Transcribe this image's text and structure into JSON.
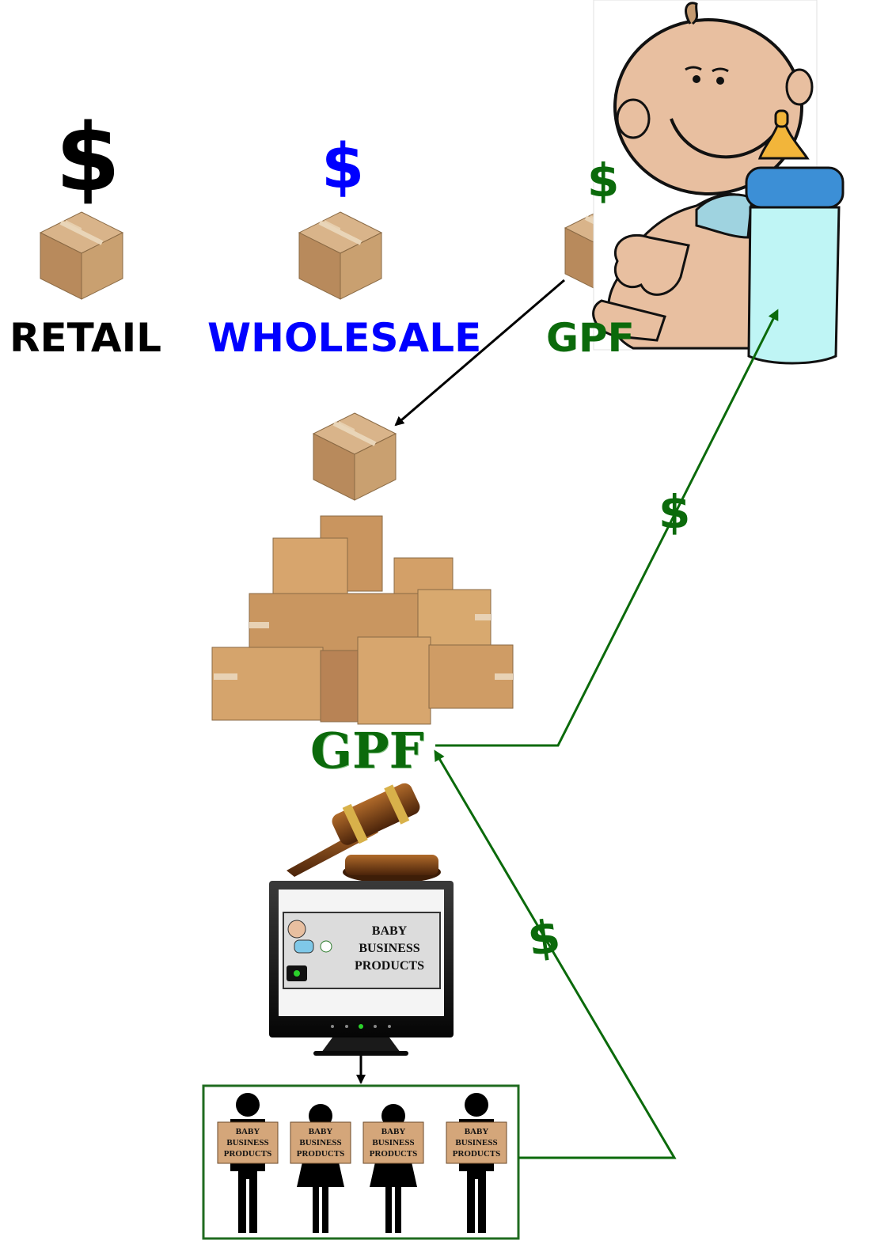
{
  "price_tiers": [
    {
      "label": "RETAIL",
      "symbol": "$",
      "color": "#000000"
    },
    {
      "label": "WHOLESALE",
      "symbol": "$",
      "color": "#0000ff"
    },
    {
      "label": "GPF",
      "symbol": "$",
      "color": "#0b6a0b"
    }
  ],
  "hub": {
    "label": "GPF",
    "color": "#0b6a0b"
  },
  "screen": {
    "title_lines": [
      "BABY",
      "BUSINESS",
      "PRODUCTS"
    ]
  },
  "buyers": {
    "sign_lines": [
      "BABY",
      "BUSINESS",
      "PRODUCTS"
    ],
    "figures": [
      {
        "type": "man"
      },
      {
        "type": "woman"
      },
      {
        "type": "woman"
      },
      {
        "type": "man"
      }
    ]
  },
  "money_flow": [
    {
      "label": "$",
      "from": "buyers",
      "to": "GPF"
    },
    {
      "label": "$",
      "from": "GPF",
      "to": "baby"
    }
  ],
  "icons": [
    "box-icon",
    "box-pile-icon",
    "gavel-icon",
    "monitor-icon",
    "baby-icon",
    "baby-bottle-icon",
    "person-icon"
  ]
}
